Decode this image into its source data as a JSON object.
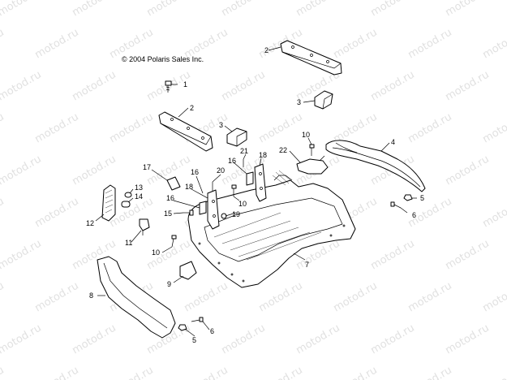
{
  "copyright": "© 2004 Polaris Sales Inc.",
  "watermark": "motod.ru",
  "callouts": {
    "c1": "1",
    "c2a": "2",
    "c2b": "2",
    "c3a": "3",
    "c3b": "3",
    "c4": "4",
    "c5a": "5",
    "c5b": "5",
    "c6a": "6",
    "c6b": "6",
    "c7": "7",
    "c8": "8",
    "c9": "9",
    "c10a": "10",
    "c10b": "10",
    "c10c": "10",
    "c11": "11",
    "c12": "12",
    "c13": "13",
    "c14": "14",
    "c15": "15",
    "c16a": "16",
    "c16b": "16",
    "c16c": "16",
    "c17": "17",
    "c18a": "18",
    "c18b": "18",
    "c19": "19",
    "c20": "20",
    "c21": "21",
    "c22": "22"
  }
}
